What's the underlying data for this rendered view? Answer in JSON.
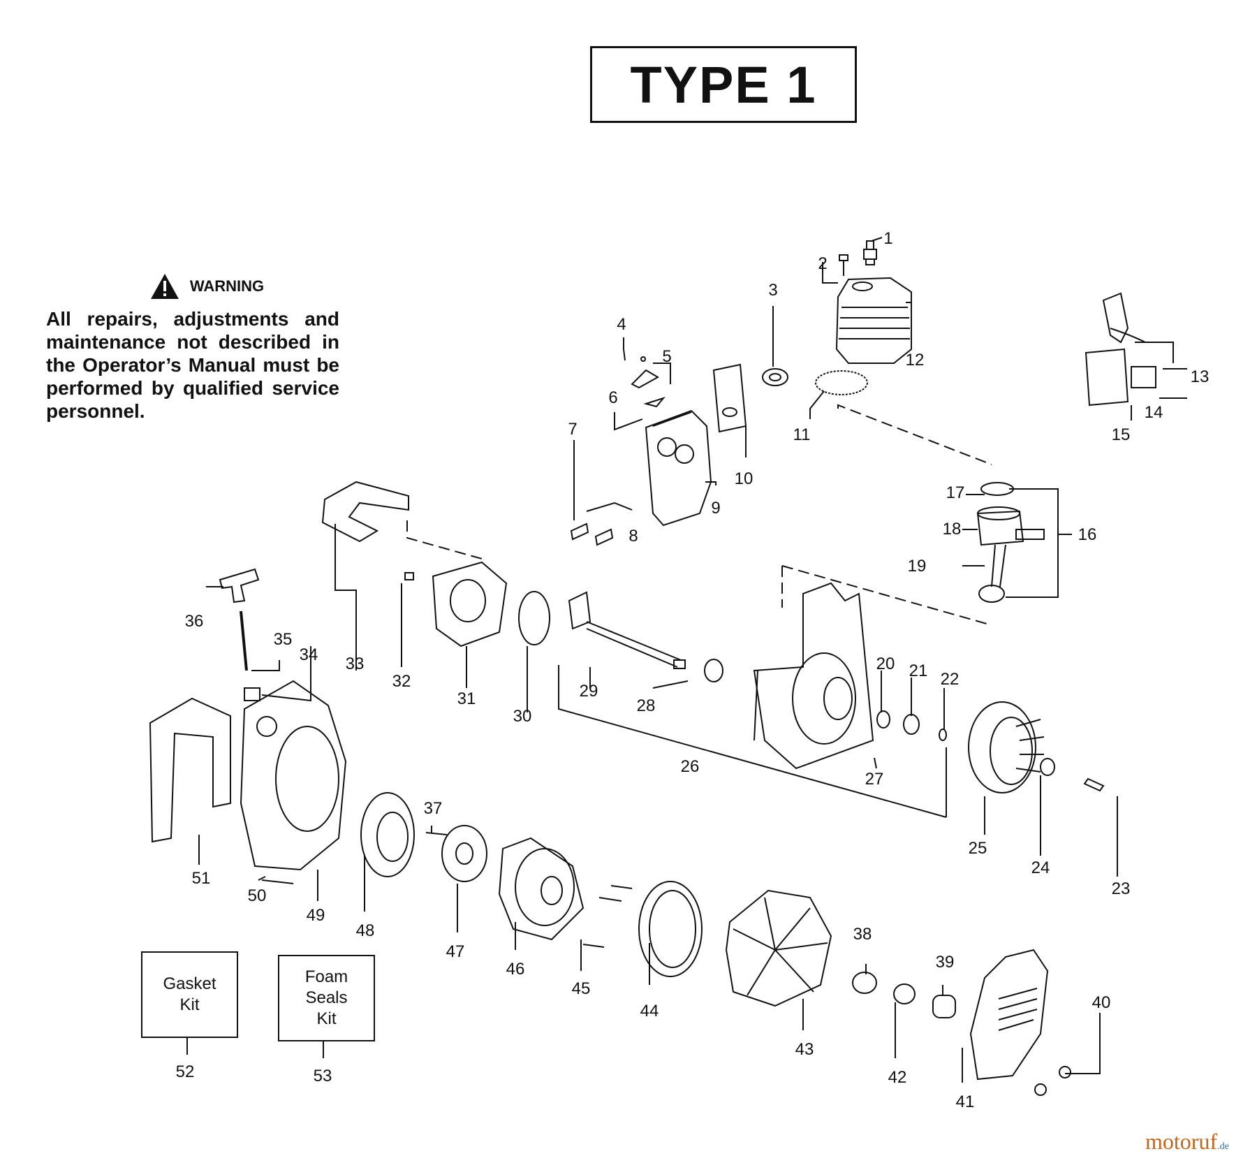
{
  "title": "TYPE 1",
  "warning": {
    "heading": "WARNING",
    "text": "All repairs, adjustments and maintenance not described in the Operator’s Manual must be performed by qualified service personnel."
  },
  "kits": [
    {
      "number": "52",
      "label": "Gasket\nKit"
    },
    {
      "number": "53",
      "label": "Foam\nSeals\nKit"
    }
  ],
  "watermark": {
    "name": "motoruf",
    "suffix": ".de"
  },
  "callouts": [
    "1",
    "2",
    "3",
    "4",
    "5",
    "6",
    "7",
    "8",
    "9",
    "10",
    "11",
    "12",
    "13",
    "14",
    "15",
    "16",
    "17",
    "18",
    "19",
    "20",
    "21",
    "22",
    "23",
    "24",
    "25",
    "26",
    "27",
    "28",
    "29",
    "30",
    "31",
    "32",
    "33",
    "34",
    "35",
    "36",
    "37",
    "38",
    "39",
    "40",
    "41",
    "42",
    "43",
    "44",
    "45",
    "46",
    "47",
    "48",
    "49",
    "50",
    "51"
  ]
}
